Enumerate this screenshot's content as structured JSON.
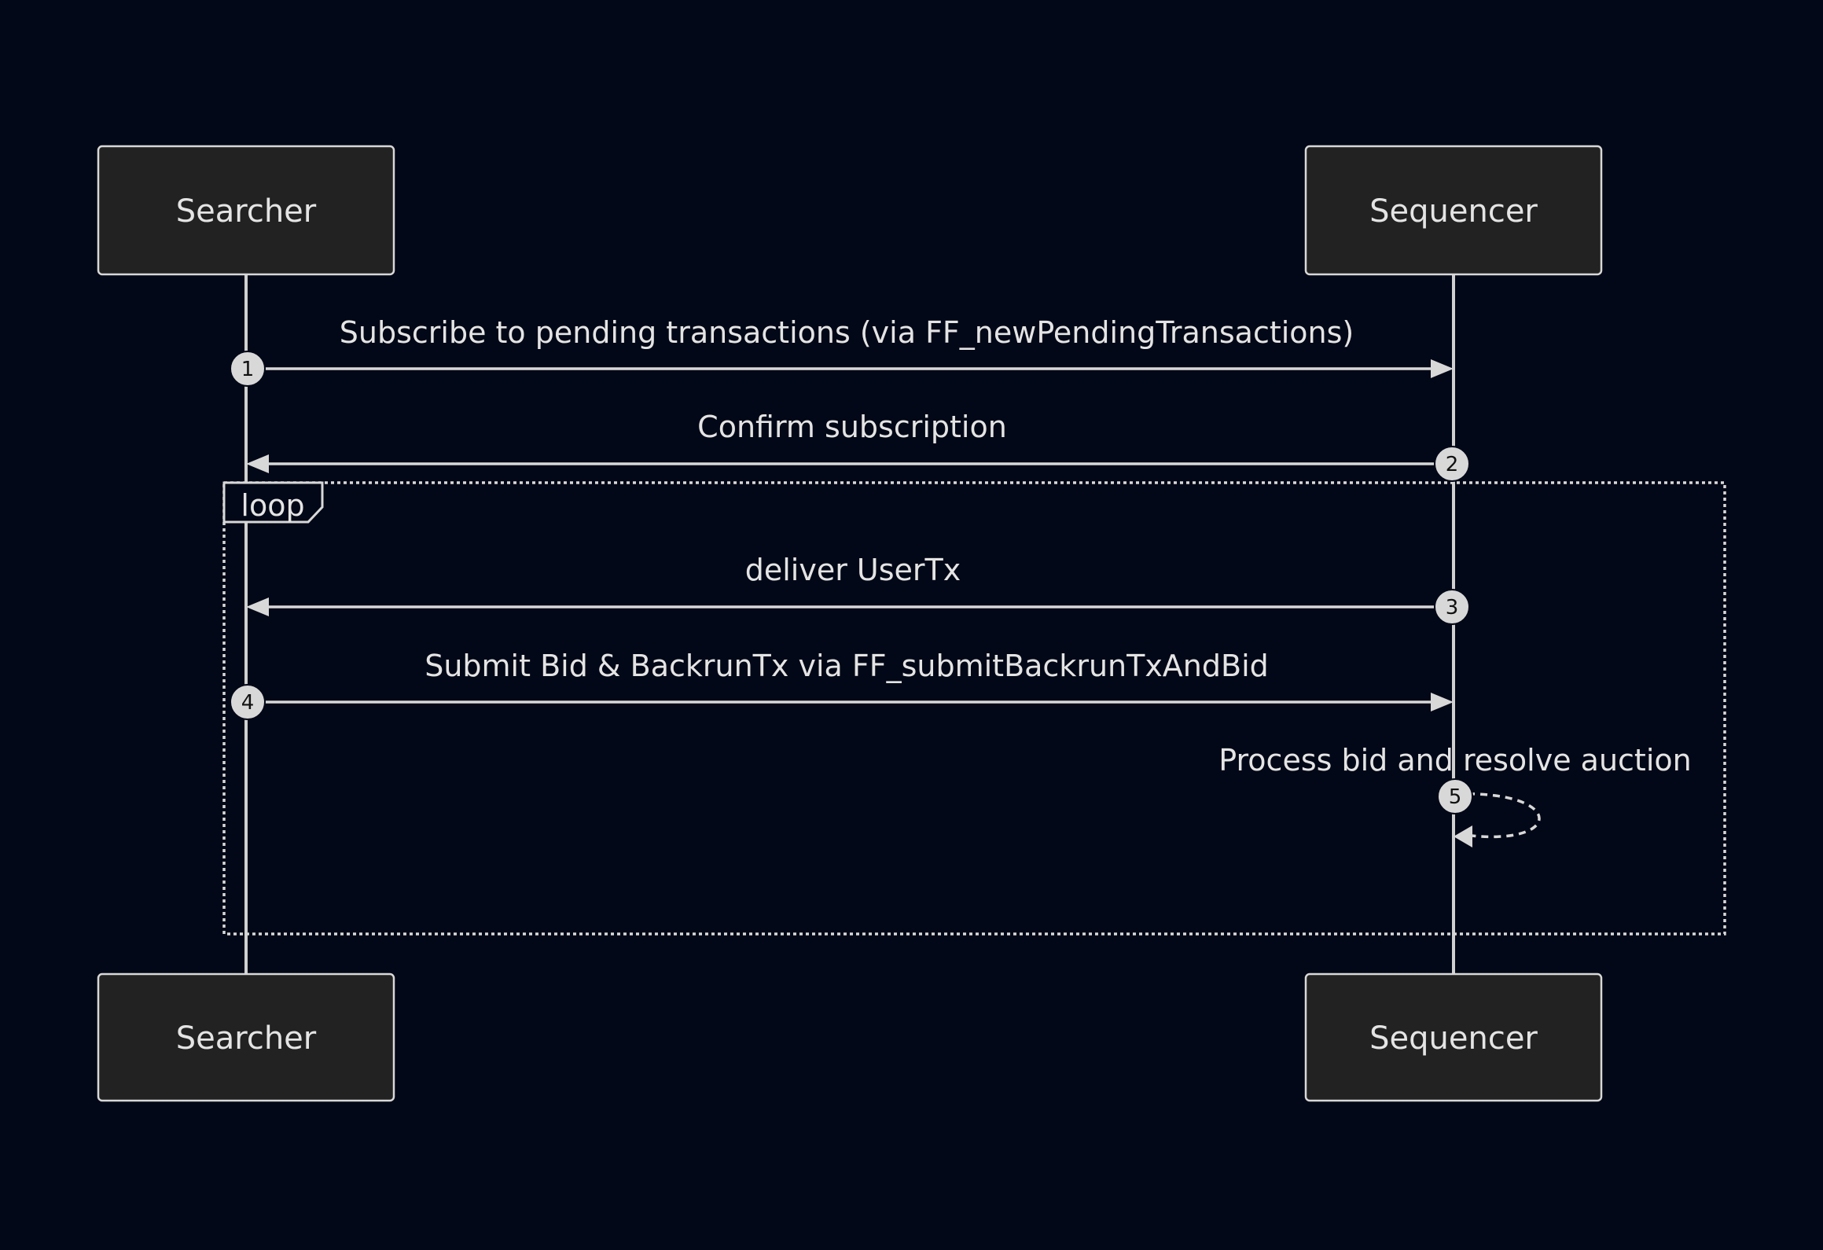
{
  "diagram": {
    "type": "sequence",
    "participants": [
      {
        "id": "searcher",
        "label": "Searcher"
      },
      {
        "id": "sequencer",
        "label": "Sequencer"
      }
    ],
    "loop": {
      "label": "loop"
    },
    "messages": [
      {
        "num": "1",
        "from": "searcher",
        "to": "sequencer",
        "text": "Subscribe to pending transactions (via FF_newPendingTransactions)",
        "style": "solid"
      },
      {
        "num": "2",
        "from": "sequencer",
        "to": "searcher",
        "text": "Confirm subscription",
        "style": "solid"
      },
      {
        "num": "3",
        "from": "sequencer",
        "to": "searcher",
        "text": "deliver UserTx",
        "style": "solid"
      },
      {
        "num": "4",
        "from": "searcher",
        "to": "sequencer",
        "text": "Submit Bid & BackrunTx via FF_submitBackrunTxAndBid",
        "style": "solid"
      },
      {
        "num": "5",
        "from": "sequencer",
        "to": "sequencer",
        "text": "Process bid and resolve auction",
        "style": "dashed"
      }
    ]
  }
}
